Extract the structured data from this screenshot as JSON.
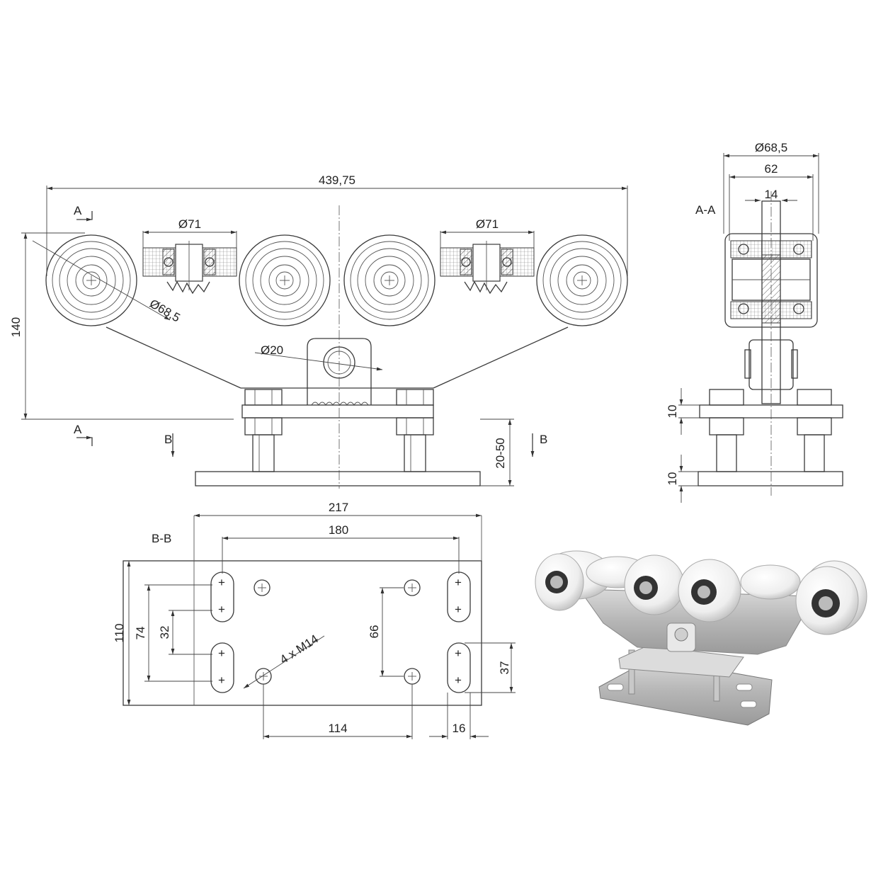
{
  "front_view": {
    "dim_overall_length": "439,75",
    "dim_height": "140",
    "dim_bearing_left": "Ø71",
    "dim_bearing_right": "Ø71",
    "dim_wheel": "Ø68,5",
    "dim_pin": "Ø20",
    "dim_adjust": "20-50",
    "section_a_top": "A",
    "section_a_bottom": "A",
    "section_b_left": "B",
    "section_b_right": "B"
  },
  "section_aa": {
    "label": "A-A",
    "dim_wheel": "Ø68,5",
    "dim_width": "62",
    "dim_web": "14",
    "dim_plate_top": "10",
    "dim_plate_bottom": "10"
  },
  "section_bb": {
    "label": "B-B",
    "dim_width": "217",
    "dim_hole_spacing": "180",
    "dim_height": "110",
    "dim_slot_outer": "74",
    "dim_slot_inner": "32",
    "dim_hole_vertical": "66",
    "dim_thread": "4 x M14",
    "dim_hole_horizontal": "114",
    "dim_slot_length": "37",
    "dim_slot_width": "16"
  }
}
